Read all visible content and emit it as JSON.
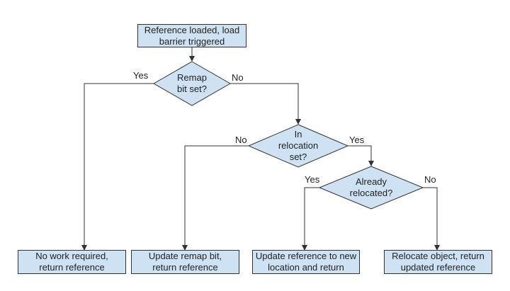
{
  "start": "Reference loaded, load\nbarrier triggered",
  "decisions": {
    "remap": "Remap\nbit set?",
    "relocation": "In\nrelocation\nset?",
    "already": "Already\nrelocated?"
  },
  "outcomes": {
    "no_work": "No work required,\nreturn reference",
    "update_remap": "Update remap bit,\nreturn reference",
    "update_ref": "Update reference to new\nlocation and return",
    "relocate": "Relocate object, return\nupdated reference"
  },
  "edge_labels": {
    "remap_yes": "Yes",
    "remap_no": "No",
    "relocation_no": "No",
    "relocation_yes": "Yes",
    "already_yes": "Yes",
    "already_no": "No"
  }
}
